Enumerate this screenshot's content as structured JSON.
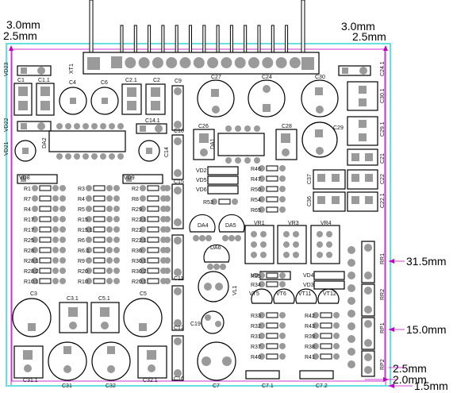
{
  "dimensions": {
    "top_left_1": "3.0mm",
    "top_left_2": "2.5mm",
    "top_right_1": "3.0mm",
    "top_right_2": "2.5mm",
    "right_1": "31.5mm",
    "right_2": "15.0mm",
    "bottom_right_1": "2.5mm",
    "bottom_right_2": "2.0mm",
    "bottom_right_3": "1.5mm"
  },
  "colors": {
    "board_outline": "#66e0e0",
    "dimension_lines": "#c000c0",
    "pads": "#9a9a9a",
    "silkscreen": "#000000"
  },
  "labels": {
    "connector": "XT1",
    "vd23": "VD23",
    "vd22": "VD22",
    "vd21": "VD21",
    "c1": "C1",
    "c11": "C1.1",
    "c4": "C4",
    "c6": "C6",
    "c21": "C2.1",
    "c2": "C2",
    "c9": "C9",
    "c27": "C27",
    "c24": "C24",
    "c30": "C30",
    "c241": "C24.1",
    "c301": "C30.1",
    "c26": "C26",
    "c28": "C28",
    "c29": "C29",
    "c291": "C29.1",
    "c10": "C10",
    "c141": "C14.1",
    "c14": "C14",
    "c15": "C15",
    "c21b": "C21",
    "c22": "C22",
    "c221": "C22.1",
    "c37": "C37",
    "c36": "C36",
    "da2": "DA2",
    "da1": "DA1",
    "da4": "DA4",
    "da5": "DA5",
    "da6": "DA6",
    "vd8": "VD8",
    "vd9": "VD9",
    "vd2": "VD2",
    "vd5": "VD5",
    "vd6": "VD6",
    "vd1": "VD1",
    "vd4": "VD4",
    "vd3": "VD3",
    "vr1": "VR1",
    "vr3": "VR3",
    "vr4": "VR4",
    "rr1": "RR1",
    "rr2": "RR2",
    "rp1": "RP1",
    "rp2": "RP2",
    "vl1": "VL1",
    "vt5": "VT5",
    "vt6": "VT6",
    "vt11": "VT11",
    "vt12": "VT12",
    "c3": "C3",
    "c31b": "C3.1",
    "c51": "C5.1",
    "c5": "C5",
    "c11b": "C11",
    "c12": "C12",
    "c19": "C19",
    "c16": "C16",
    "c7": "C7",
    "c311": "C31.1",
    "c31": "C31",
    "c32": "C32",
    "c321": "C32.1",
    "c71": "C7.1",
    "c72": "C7.2"
  },
  "resistors_left": [
    "R1",
    "R7",
    "R4",
    "R17",
    "R17",
    "R25",
    "R28",
    "R28.1",
    "R28.2",
    "R10.1"
  ],
  "resistors_mid": [
    "R3",
    "R4",
    "R5",
    "R15",
    "R15.1",
    "R6",
    "R6.1",
    "R9",
    "R20",
    "R10"
  ],
  "resistors_right": [
    "R2",
    "R8",
    "R29",
    "R22.1",
    "R22",
    "R22.1",
    "R30",
    "R30.1",
    "R30.2",
    "R20.1"
  ],
  "resistors_top_center": [
    "R46",
    "R47",
    "R50",
    "R54",
    "R65"
  ],
  "resistors_center_small": [
    "R53",
    "R35",
    "R34"
  ],
  "resistors_bottom_a": [
    "R33",
    "R32",
    "R31",
    "R37",
    "R40"
  ],
  "resistors_bottom_b": [
    "R42",
    "R43",
    "R39",
    "R38",
    "R41"
  ]
}
